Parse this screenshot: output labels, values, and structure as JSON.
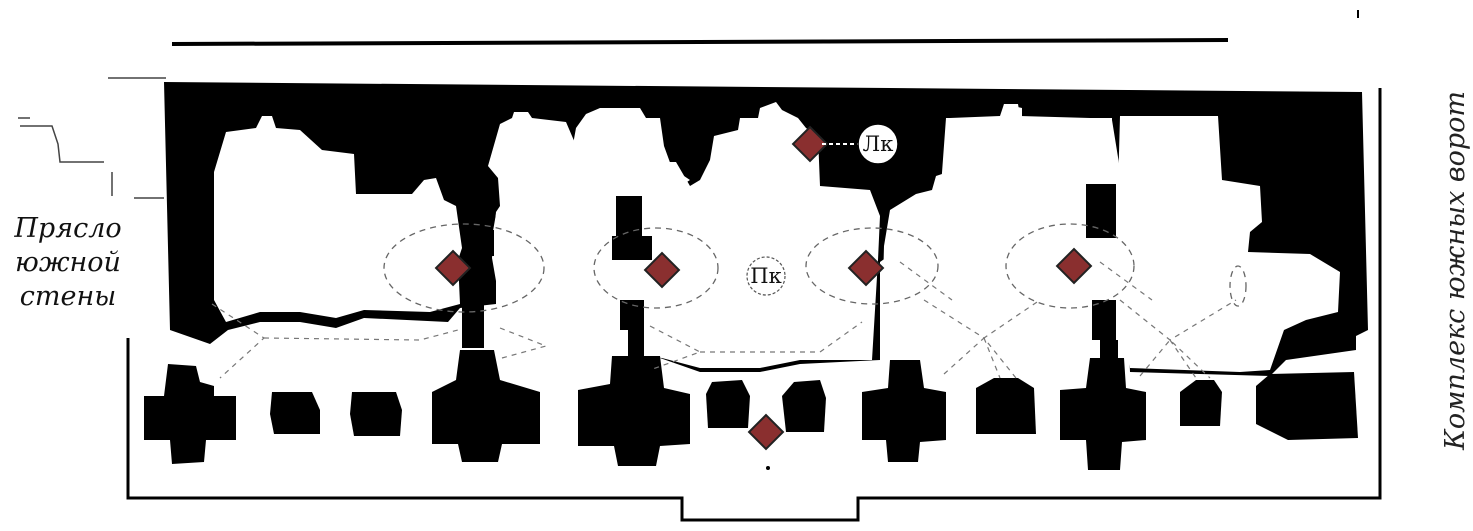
{
  "labels": {
    "left": [
      "Прясло",
      "южной",
      "стены"
    ],
    "right": "Комплекс южных ворот",
    "marker_lk": "Лк",
    "marker_pk": "Пк"
  },
  "colors": {
    "wall": "#000000",
    "background": "#ffffff",
    "diamond_fill": "#8a2f2f",
    "diamond_stroke": "#222222",
    "dash": "#666666"
  }
}
